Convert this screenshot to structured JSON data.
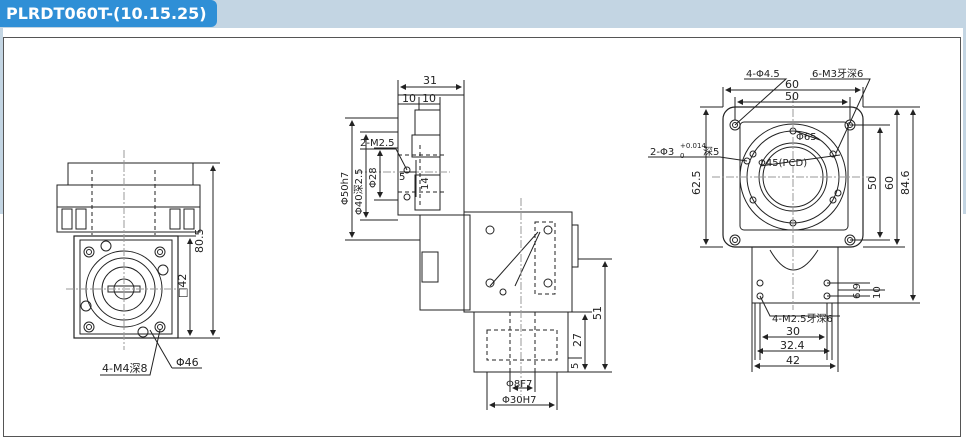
{
  "title": "PLRDT060T-(10.15.25)",
  "left_view": {
    "d_80_5": "80.5",
    "d_sq42": "□42",
    "d_phi46": "Φ46",
    "d_4m4": "4-M4深8"
  },
  "middle_view": {
    "d_31": "31",
    "d_10a": "10",
    "d_10b": "10",
    "d_2m25": "2-M2.5",
    "d_phi50h7": "Φ50h7",
    "d_phi40": "Φ40深2.5",
    "d_phi28": "Φ28",
    "d_5": "5",
    "d_14": "14",
    "d_51": "51",
    "d_27": "27",
    "d_5b": "5",
    "d_phi8f7": "Φ8F7",
    "d_phi30h7": "Φ30H7"
  },
  "right_view": {
    "d_4phi45": "4-Φ4.5",
    "d_6m3": "6-M3牙深6",
    "d_60": "60",
    "d_50": "50",
    "d_2phi3": "2-Φ3",
    "d_tol_up": "+0.014",
    "d_tol_lo": "0",
    "d_shen5": "深5",
    "d_phi65": "Φ65",
    "d_phi45pcd": "Φ45(PCD)",
    "d_62_5": "62.5",
    "d_50v": "50",
    "d_60v": "60",
    "d_84_6": "84.6",
    "d_6_9": "6.9",
    "d_10v": "10",
    "d_4m25": "4-M2.5牙深6",
    "d_30": "30",
    "d_32_4": "32.4",
    "d_42": "42"
  }
}
